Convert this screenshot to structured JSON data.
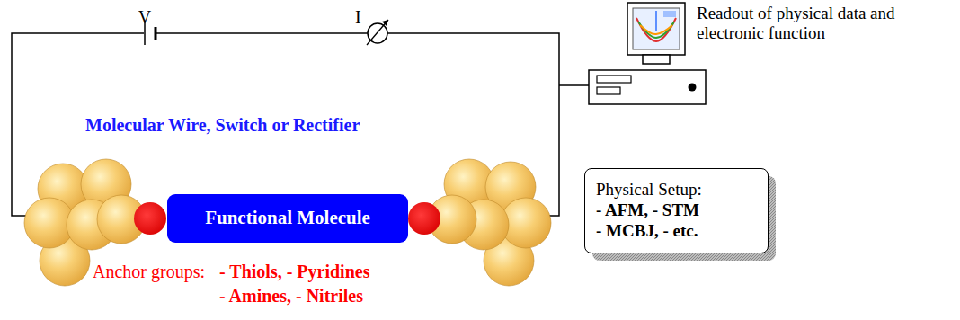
{
  "diagram": {
    "nodes": [
      {
        "text": [
          "Functional Molecule"
        ]
      },
      {
        "text": [
          "Physical Setup:",
          "- AFM, - STM",
          "- MCBJ, - etc."
        ]
      }
    ],
    "labels": [
      "V",
      "I",
      "Readout of physical data and electronic function",
      "Molecular Wire, Switch or Rectifier",
      "Anchor groups:",
      "- Thiols, - Pyridines",
      "- Amines, - Nitriles"
    ]
  }
}
